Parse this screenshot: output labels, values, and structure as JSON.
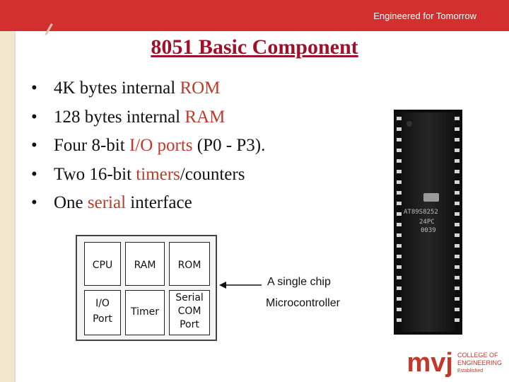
{
  "header": {
    "tagline": "Engineered for Tomorrow"
  },
  "slide": {
    "title": "8051 Basic Component",
    "bullets": [
      {
        "before": "4K bytes internal ",
        "hl": "ROM",
        "after": ""
      },
      {
        "before": "128 bytes internal ",
        "hl": "RAM",
        "after": ""
      },
      {
        "before": "Four 8-bit ",
        "hl": "I/O ports",
        "after": " (P0 - P3)."
      },
      {
        "before": "Two 16-bit ",
        "hl": "timers",
        "after": "/counters"
      },
      {
        "before": "One ",
        "hl": "serial",
        "after": " interface"
      }
    ]
  },
  "diagram": {
    "cells": {
      "cpu": "CPU",
      "ram": "RAM",
      "rom": "ROM",
      "io1": "I/O",
      "io2": "Port",
      "timer": "Timer",
      "serial1": "Serial",
      "serial2": "COM",
      "serial3": "Port"
    },
    "arrow_label_line1": "A single chip",
    "arrow_label_line2": "Microcontroller"
  },
  "chip": {
    "label1": "AT89S8252",
    "label2": "24PC",
    "label3": "0039"
  },
  "footer": {
    "logo": "mvj",
    "sub1": "COLLEGE OF",
    "sub2": "ENGINEERING",
    "sub3": "Established"
  },
  "colors": {
    "accent": "#d32f2f",
    "title": "#a0102a",
    "highlight": "#c0392b"
  }
}
